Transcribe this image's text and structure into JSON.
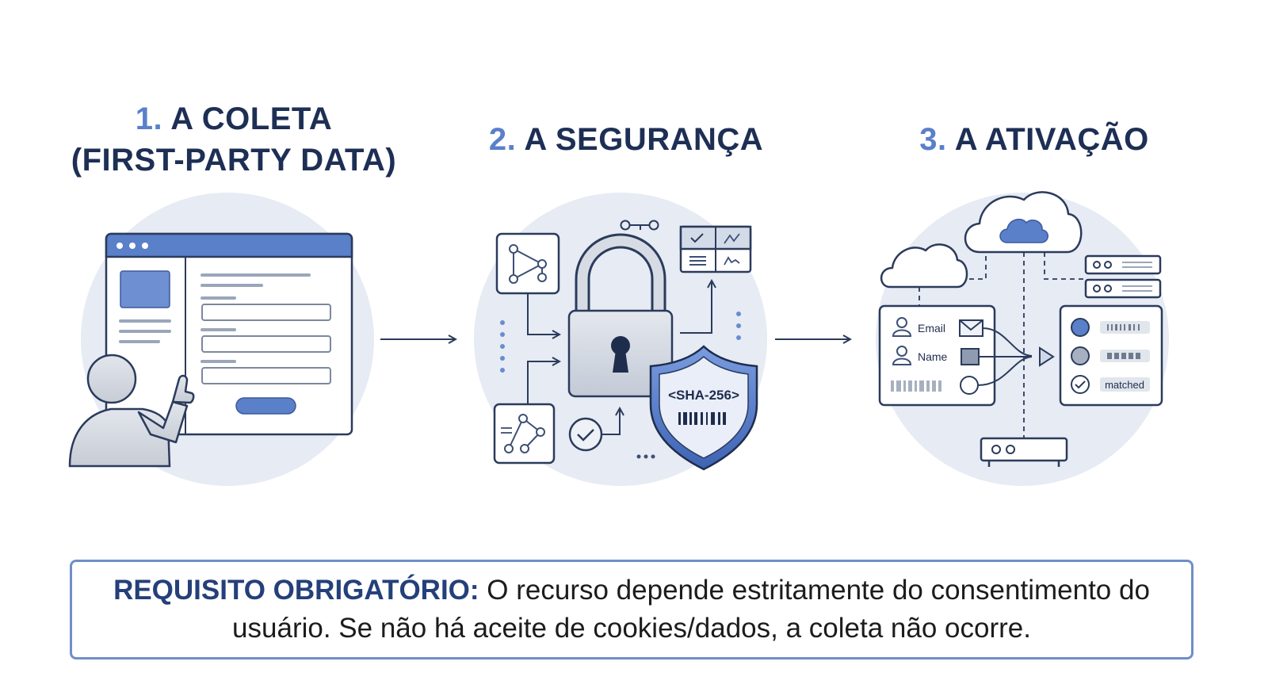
{
  "steps": [
    {
      "number": "1.",
      "title_line1": "A COLETA",
      "title_line2": "(FIRST-PARTY DATA)"
    },
    {
      "number": "2.",
      "title": "A SEGURANÇA"
    },
    {
      "number": "3.",
      "title": "A ATIVAÇÃO"
    }
  ],
  "security": {
    "hash_label": "<SHA-256>"
  },
  "activation": {
    "fields": [
      {
        "label": "Email",
        "icon": "envelope-icon"
      },
      {
        "label": "Name",
        "icon": "square-icon"
      }
    ],
    "matched_label": "matched"
  },
  "requirement": {
    "label": "REQUISITO OBRIGATÓRIO:",
    "text": "O recurso depende estritamente do consentimento do usuário. Se não há aceite de cookies/dados, a coleta não ocorre."
  },
  "colors": {
    "navy": "#1e2f55",
    "accent_blue": "#5a80c9",
    "panel_circle": "#e6ebf4",
    "box_border": "#6f8fc8"
  }
}
